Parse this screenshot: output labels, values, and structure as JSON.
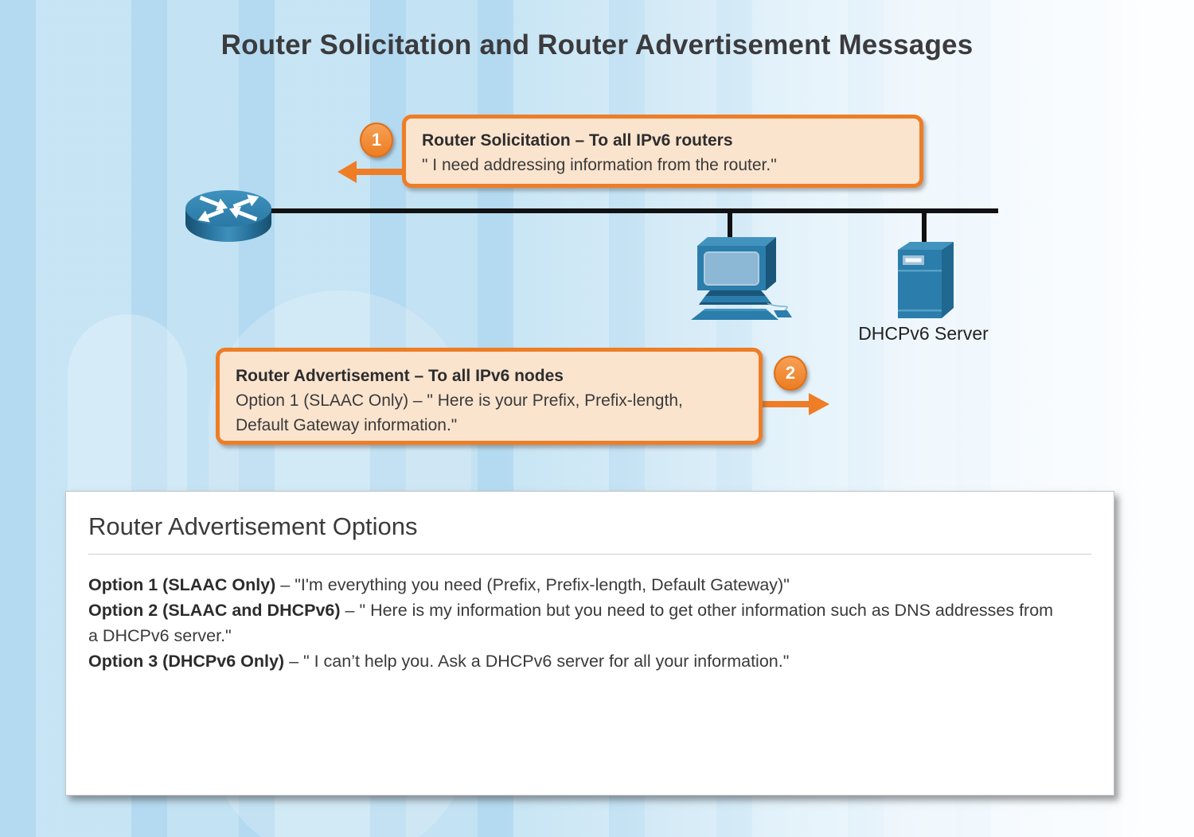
{
  "title": "Router Solicitation and Router Advertisement Messages",
  "colors": {
    "accent_orange": "#EE7D26",
    "callout_fill": "#FBE4CE",
    "device_blue": "#2B7DAB",
    "background_blue": "#C2E2F2"
  },
  "diagram": {
    "devices": [
      {
        "name": "router",
        "icon": "router-icon",
        "label": ""
      },
      {
        "name": "pc",
        "icon": "pc-icon",
        "label": ""
      },
      {
        "name": "dhcpv6-server",
        "icon": "server-icon",
        "label": "DHCPv6 Server"
      }
    ]
  },
  "callouts": [
    {
      "number": "1",
      "title": "Router Solicitation – To all IPv6 routers",
      "body": "\" I need addressing information from the router.\"",
      "arrow_direction": "left"
    },
    {
      "number": "2",
      "title": "Router Advertisement – To all IPv6 nodes",
      "body": "Option 1 (SLAAC Only) – \" Here is your Prefix, Prefix-length, Default Gateway information.\"",
      "arrow_direction": "right"
    }
  ],
  "options_panel": {
    "title": "Router Advertisement Options",
    "options": [
      {
        "label": "Option 1 (SLAAC Only)",
        "text": "– \"I'm everything you need (Prefix, Prefix-length, Default Gateway)\""
      },
      {
        "label": "Option 2 (SLAAC and DHCPv6)",
        "text": "– \" Here is my information but you need to get other information such as DNS addresses from a DHCPv6 server.\""
      },
      {
        "label": "Option 3 (DHCPv6 Only)",
        "text": "– \" I can’t help you. Ask a DHCPv6 server for all your information.\""
      }
    ]
  }
}
